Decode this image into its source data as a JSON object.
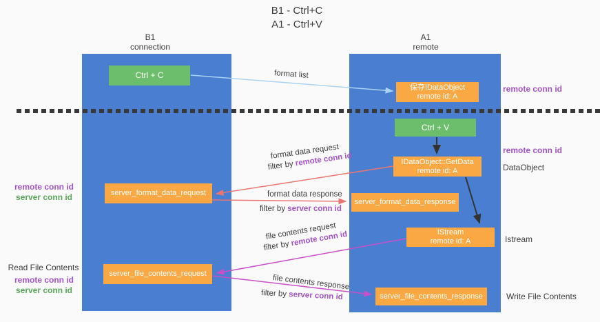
{
  "title": {
    "line1": "B1 - Ctrl+C",
    "line2": "A1 - Ctrl+V"
  },
  "lifelines": {
    "b1": {
      "name": "B1",
      "role": "connection"
    },
    "a1": {
      "name": "A1",
      "role": "remote"
    }
  },
  "nodes": {
    "ctrl_c": {
      "label": "Ctrl + C"
    },
    "ctrl_v": {
      "label": "Ctrl + V"
    },
    "save_dataobject": {
      "line1": "保存IDataObject",
      "line2": "remote id: A"
    },
    "getdata": {
      "line1": "IDataObject::GetData",
      "line2": "remote id: A"
    },
    "istream": {
      "line1": "IStream",
      "line2": "remote id: A"
    },
    "server_format_data_request": {
      "label": "server_format_data_request"
    },
    "server_format_data_response": {
      "label": "server_format_data_response"
    },
    "server_file_contents_request": {
      "label": "server_file_contents_request"
    },
    "server_file_contents_response": {
      "label": "server_file_contents_response"
    }
  },
  "edge_labels": {
    "format_list": "format list",
    "format_data_request": "format data request",
    "format_data_response": "format data response",
    "file_contents_request": "file contents request",
    "file_contents_response": "file contents response",
    "filter_by": "filter by ",
    "remote_conn_id": "remote conn id",
    "server_conn_id": "server conn id"
  },
  "side_labels": {
    "remote_conn_id_top_right": "remote conn id",
    "remote_conn_id_mid_right": "remote conn id",
    "dataobject": "DataObject",
    "istream": "Istream",
    "write_file_contents": "Write File Contents",
    "read_file_contents": "Read File Contents",
    "remote_conn_id_left_1": "remote conn id",
    "server_conn_id_left_1": "server conn id",
    "remote_conn_id_left_2": "remote conn id",
    "server_conn_id_left_2": "server conn id"
  },
  "colors": {
    "bg": "#fafafa",
    "lifeline_blue": "#4a7ed1",
    "node_green": "#6cbe6d",
    "node_orange": "#f9a843",
    "arrow_salmon": "#e87672",
    "arrow_magenta": "#c94fc9",
    "arrow_lightblue": "#a9d3f2",
    "arrow_black": "#333333",
    "label_purple": "#a353c6",
    "label_green": "#57a957",
    "text_dark": "#3d3d3d",
    "dash_dark": "#383838"
  }
}
